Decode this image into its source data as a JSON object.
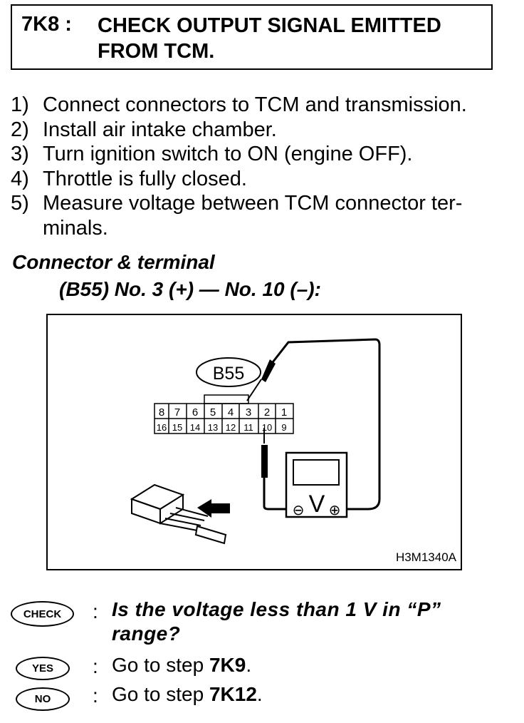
{
  "step": {
    "code": "7K8 :",
    "title": "CHECK OUTPUT SIGNAL EMITTED FROM TCM."
  },
  "instructions": [
    {
      "num": "1)",
      "text": "Connect connectors to TCM and transmission."
    },
    {
      "num": "2)",
      "text": "Install air intake chamber."
    },
    {
      "num": "3)",
      "text": "Turn ignition switch to ON (engine OFF)."
    },
    {
      "num": "4)",
      "text": "Throttle is fully closed."
    },
    {
      "num": "5)",
      "text": "Measure voltage between TCM connector ter-minals."
    }
  ],
  "connector": {
    "heading": "Connector & terminal",
    "spec": "(B55) No. 3 (+) — No. 10 (–):"
  },
  "diagram": {
    "connector_label": "B55",
    "top_row": [
      "8",
      "7",
      "6",
      "5",
      "4",
      "3",
      "2",
      "1"
    ],
    "bottom_row": [
      "16",
      "15",
      "14",
      "13",
      "12",
      "11",
      "10",
      "9"
    ],
    "meter_label": "V",
    "minus": "⊖",
    "plus": "⊕",
    "figure_id": "H3M1340A"
  },
  "check": {
    "badge": "CHECK",
    "colon": ":",
    "question": "Is the voltage less than 1 V in “P” range?"
  },
  "yes": {
    "badge": "YES",
    "colon": ":",
    "prefix": "Go to step ",
    "target": "7K9",
    "suffix": "."
  },
  "no": {
    "badge": "NO",
    "colon": ":",
    "prefix": "Go to step ",
    "target": "7K12",
    "suffix": "."
  }
}
